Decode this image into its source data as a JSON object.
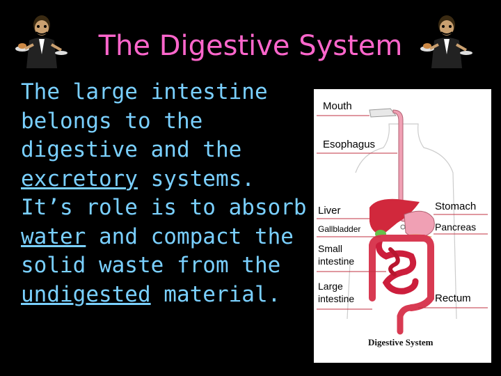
{
  "slide": {
    "title": "The Digestive System",
    "body": {
      "line1": "The large intestine",
      "line2": "belongs to the",
      "line3": "digestive and the",
      "line4_u": "excretory",
      "line4_rest": " systems.",
      "line5": "It’s role is to absorb",
      "line6_u": "water",
      "line6_rest": " and compact the",
      "line7": "solid waste from the",
      "line8_u": "undigested",
      "line8_rest": " material."
    }
  },
  "diagram": {
    "labels": {
      "mouth": "Mouth",
      "esophagus": "Esophagus",
      "liver": "Liver",
      "gallbladder": "Gallbladder",
      "small_intestine": "Small intestine",
      "large_intestine": "Large intestine",
      "stomach": "Stomach",
      "pancreas": "Pancreas",
      "rectum": "Rectum"
    },
    "caption": "Digestive System"
  },
  "colors": {
    "background": "#000000",
    "title": "#ff66cc",
    "body_text": "#7ad0ff",
    "liver": "#d1283c",
    "stomach": "#f0a0b4",
    "intestine": "#cc1e3c",
    "gallbladder": "#66c04a"
  },
  "icons": [
    "waiter-clipart-icon"
  ]
}
